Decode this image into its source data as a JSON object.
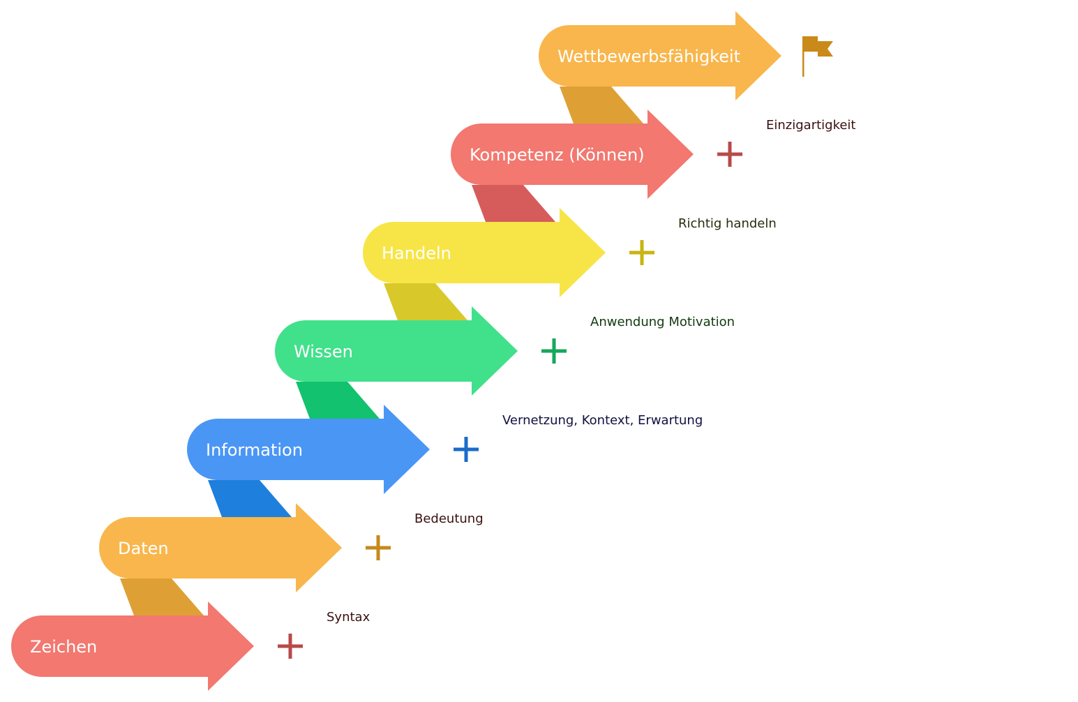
{
  "diagram": {
    "type": "staircase",
    "steps": [
      {
        "label": "Zeichen",
        "color": "#F27870",
        "connector_color": "#DEA035",
        "plus_color": "#B84A4A",
        "note": "Syntax",
        "note_color": "#3A1010"
      },
      {
        "label": "Daten",
        "color": "#F8B64C",
        "connector_color": "#1E7FDC",
        "plus_color": "#C48A1C",
        "note": "Bedeutung",
        "note_color": "#3A1010"
      },
      {
        "label": "Information",
        "color": "#4A96F5",
        "connector_color": "#12C26E",
        "plus_color": "#1A6CC8",
        "note": "Vernetzung, Kontext, Erwartung",
        "note_color": "#101040"
      },
      {
        "label": "Wissen",
        "color": "#41E08A",
        "connector_color": "#D8C82A",
        "plus_color": "#16A85A",
        "note": "Anwendung Motivation",
        "note_color": "#103A10"
      },
      {
        "label": "Handeln",
        "color": "#F7E547",
        "connector_color": "#D65C5C",
        "plus_color": "#C8B412",
        "note": "Richtig handeln",
        "note_color": "#2A2A10"
      },
      {
        "label": "Kompetenz (Können)",
        "color": "#F27870",
        "connector_color": "#DEA035",
        "plus_color": "#B84A4A",
        "note": "Einzigartigkeit",
        "note_color": "#3A1010"
      },
      {
        "label": "Wettbewerbsfähigkeit",
        "color": "#F8B64C",
        "connector_color": null,
        "plus_color": null,
        "note": null,
        "note_color": null
      }
    ],
    "end_icon": {
      "name": "flag-icon",
      "color": "#C98A1A"
    }
  }
}
